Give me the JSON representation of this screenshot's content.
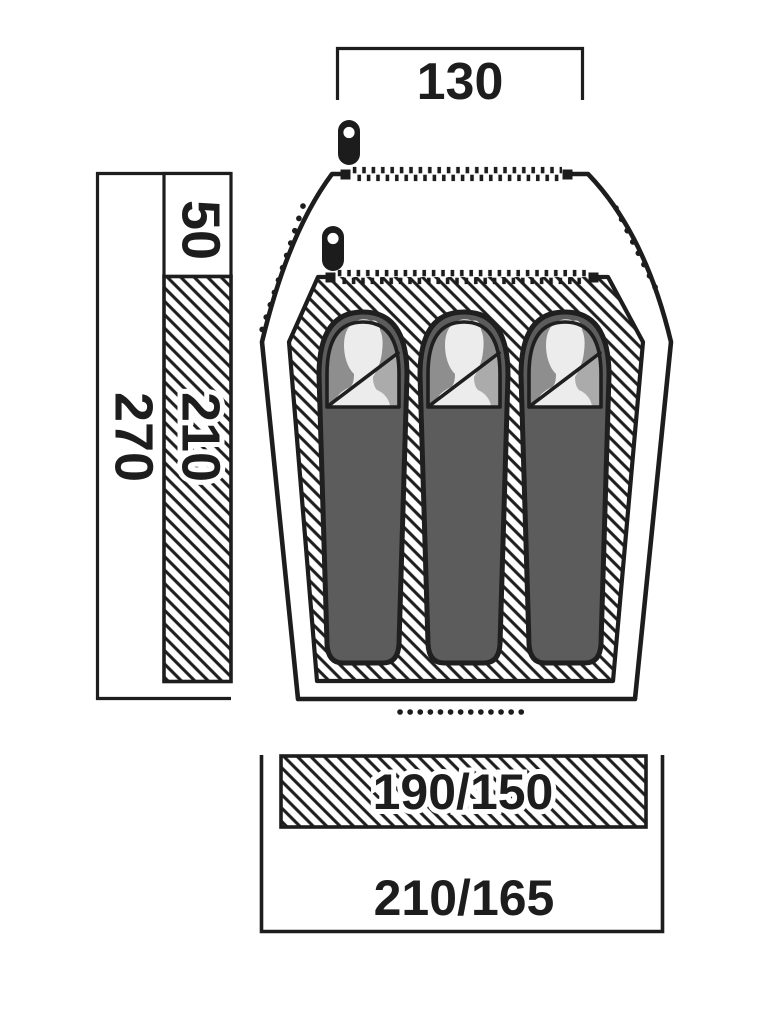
{
  "diagram": {
    "title": "tent-floorplan-dimension-diagram",
    "labels": {
      "entrance_width": "130",
      "vestibule_depth": "50",
      "total_length": "270",
      "inner_length": "210",
      "inner_width": "190/150",
      "outer_width": "210/165"
    },
    "capacity": {
      "sleeping_spots": 3
    },
    "colors": {
      "background": "#ffffff",
      "outline": "#1d1d1d",
      "bag_body": "#5c5c5c",
      "bag_hood": "#8e8e8e",
      "bag_fold": "#ababab",
      "silhouette": "#ececec"
    },
    "icons": [
      "zipper-pull-icon",
      "zipper-teeth-icon",
      "person-silhouette-icon"
    ]
  }
}
